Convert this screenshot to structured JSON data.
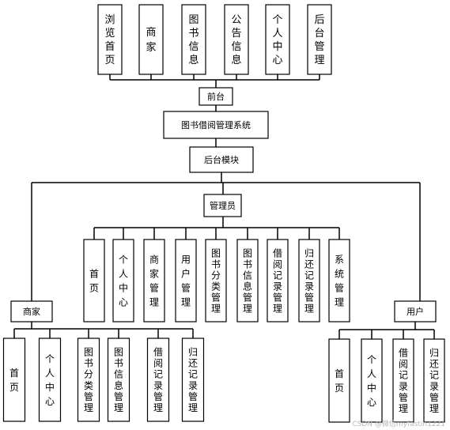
{
  "top_modules": [
    "浏览首页",
    "商家",
    "图书信息",
    "公告信息",
    "个人中心",
    "后台管理"
  ],
  "frontend": "前台",
  "system": "图书借阅管理系统",
  "backend": "后台模块",
  "admin": {
    "label": "管理员",
    "modules": [
      "首页",
      "个人中心",
      "商家管理",
      "用户管理",
      "图书分类管理",
      "图书信息管理",
      "借阅记录管理",
      "归还记录管理",
      "系统管理"
    ]
  },
  "merchant": {
    "label": "商家",
    "modules": [
      "首页",
      "个人中心",
      "图书分类管理",
      "图书信息管理",
      "借阅记录管理",
      "归还记录管理"
    ]
  },
  "user": {
    "label": "用户",
    "modules": [
      "首页",
      "个人中心",
      "借阅记录管理",
      "归还记录管理"
    ]
  },
  "watermark": "CSDN @微信myfastin1221"
}
